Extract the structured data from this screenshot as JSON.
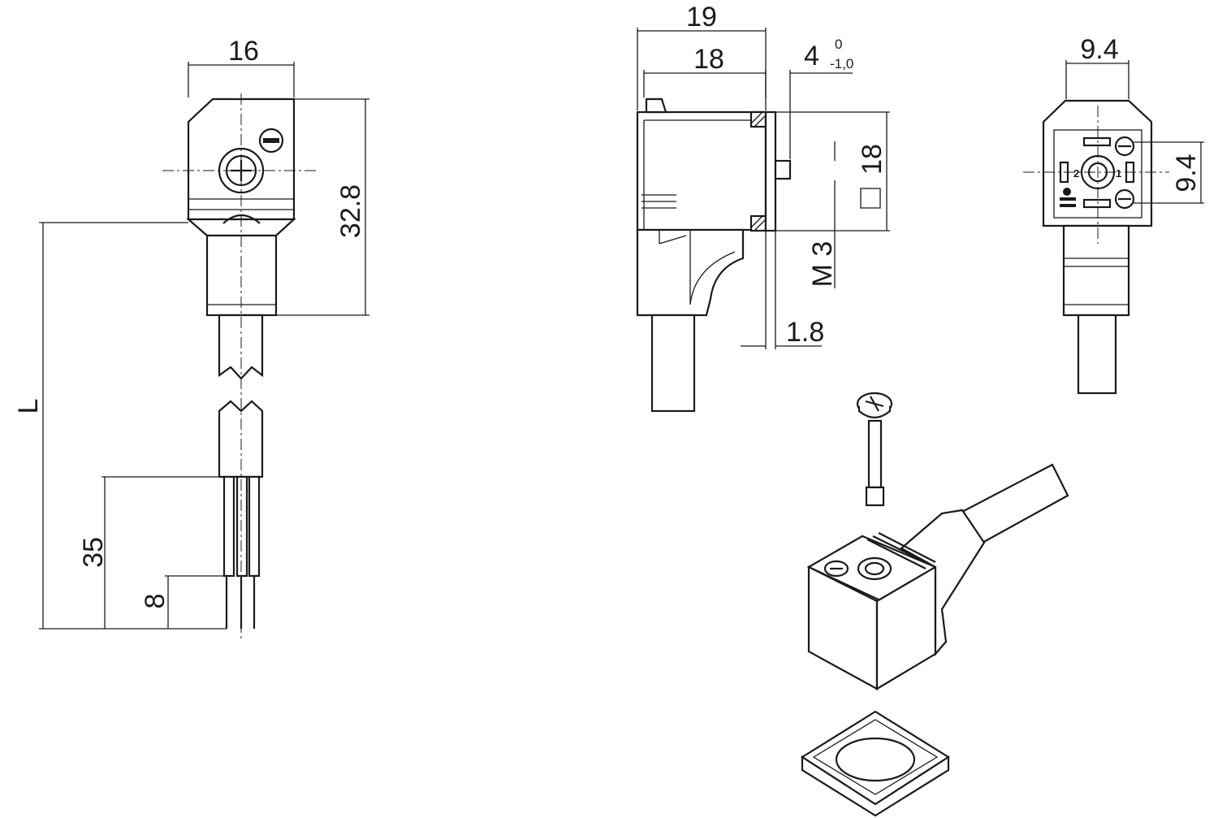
{
  "dimensions": {
    "front_width": "16",
    "front_height": "32.8",
    "cable_length": "L",
    "strip_outer": "35",
    "strip_inner": "8",
    "side_width_outer": "19",
    "side_width_inner": "18",
    "flange_thickness": "4",
    "tol_upper": "0",
    "tol_lower": "-1,0",
    "body_square": "18",
    "screw_thread": "M 3",
    "gasket_thickness": "1.8",
    "pin_spacing_h": "9.4",
    "pin_spacing_v": "9.4"
  },
  "pins": {
    "pin1": "1",
    "pin2": "2",
    "square": "□"
  },
  "colors": {
    "line": "#1a1a1a",
    "background": "#ffffff"
  }
}
